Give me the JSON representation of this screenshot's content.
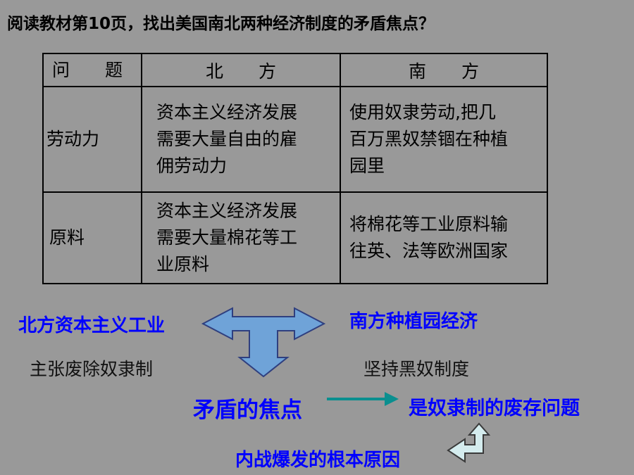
{
  "title": "阅读教材第10页，找出美国南北两种经济制度的矛盾焦点？",
  "table": {
    "headers": [
      "问　　题",
      "北　　方",
      "南　　方"
    ],
    "rows": [
      {
        "label": "劳动力",
        "north": [
          "资本主义经济发展",
          "需要大量自由的雇",
          "佣劳动力"
        ],
        "south": [
          "使用奴隶劳动,把几",
          "百万黑奴禁锢在种植",
          "园里"
        ]
      },
      {
        "label": "原料",
        "north": [
          "资本主义经济发展",
          "需要大量棉花等工",
          "业原料"
        ],
        "south": [
          "将棉花等工业原料输",
          "往英、法等欧洲国家"
        ]
      }
    ]
  },
  "diagram": {
    "north_economy": "北方资本主义工业",
    "south_economy": "南方种植园经济",
    "north_stance": "主张废除奴隶制",
    "south_stance": "坚持黑奴制度",
    "focus": "矛盾的焦点",
    "focus_answer": "是奴隶制的废存问题",
    "root_cause": "内战爆发的根本原因"
  },
  "colors": {
    "background": "#999999",
    "emphasis_text": "#0000ff",
    "arrow_fill": "#6fa3d8",
    "arrow_teal": "#0a8f8f",
    "bent_arrow_fill": "#d4ecee"
  }
}
